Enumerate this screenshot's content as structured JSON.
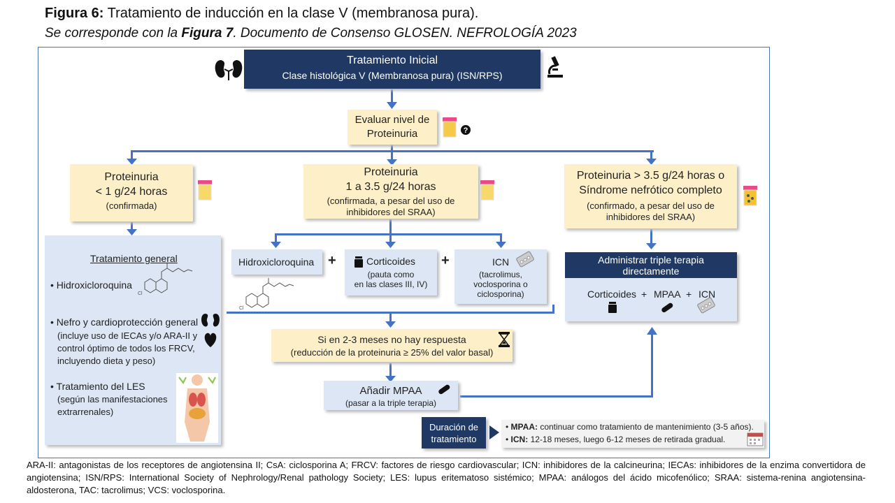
{
  "caption": {
    "figure_label": "Figura 6:",
    "figure_title": "Tratamiento de inducción en la clase V (membranosa pura).",
    "source_prefix": "Se corresponde con la",
    "source_figure": "Figura 7",
    "source_suffix": ". Documento de Consenso GLOSEN. NEFROLOGÍA 2023"
  },
  "top": {
    "title": "Tratamiento Inicial",
    "subtitle": "Clase histológica V (Membranosa pura)  (ISN/RPS)"
  },
  "evaluate": {
    "line1": "Evaluar nivel de",
    "line2": "Proteinuria"
  },
  "branches": {
    "low": {
      "line1": "Proteinuria",
      "line2": "< 1 g/24 horas",
      "note": "(confirmada)"
    },
    "mid": {
      "line1": "Proteinuria",
      "line2": "1 a 3.5 g/24 horas",
      "note1": "(confirmada, a pesar del uso de",
      "note2": "inhibidores del SRAA)"
    },
    "high": {
      "line1": "Proteinuria > 3.5 g/24 horas o",
      "line2": "Síndrome nefrótico completo",
      "note1": "(confirmado, a pesar del uso de",
      "note2": "inhibidores del SRAA)"
    }
  },
  "general": {
    "title": "Tratamiento general",
    "item1": "Hidroxicloroquina",
    "item2_title": "Nefro y cardioprotección general",
    "item2_lines": [
      "(incluye uso de IECAs y/o ARA-II y",
      "control óptimo de todos los FRCV,",
      "incluyendo dieta y peso)"
    ],
    "item3_title": "Tratamiento del LES",
    "item3_lines": [
      "(según las manifestaciones",
      "extrarrenales)"
    ]
  },
  "mid_treatment": {
    "hcq": "Hidroxicloroquina",
    "plus": "+",
    "cort_title": "Corticoides",
    "cort_lines": [
      "(pauta como",
      "en las clases III, IV)"
    ],
    "icn_title": "ICN",
    "icn_lines": [
      "(tacrolimus,",
      "voclosporina o",
      "ciclosporina)"
    ]
  },
  "triple": {
    "header1": "Administrar triple terapia",
    "header2": "directamente",
    "drug1": "Corticoides",
    "drug2": "MPAA",
    "drug3": "ICN",
    "plus": "+"
  },
  "no_response": {
    "line1": "Si en 2-3 meses no hay respuesta",
    "line2": "(reducción de la proteinuria ≥ 25% del valor basal)"
  },
  "add_mpaa": {
    "title": "Añadir MPAA",
    "note": "(pasar a la triple terapia)"
  },
  "duration": {
    "title1": "Duración de",
    "title2": "tratamiento",
    "mpaa_label": "MPAA:",
    "mpaa_text": "continuar como tratamiento de mantenimiento (3-5 años).",
    "icn_label": "ICN:",
    "icn_text": "12-18 meses, luego 6-12 meses de retirada gradual."
  },
  "footnote": "ARA-II: antagonistas de los receptores de angiotensina II; CsA: ciclosporina A; FRCV: factores de riesgo cardiovascular; ICN: inhibidores de la calcineurina; IECAs: inhibidores de la enzima convertidora de angiotensina; ISN/RPS: International Society of Nephrology/Renal pathology Society; LES: lupus eritematoso sistémico; MPAA: análogos del ácido micofenólico; SRAA: sistema-renina angiotensina-aldosterona, TAC: tacrolimus; VCS: voclosporina.",
  "colors": {
    "dark": "#1f3864",
    "yellow": "#fdf0c8",
    "blue": "#dce6f4",
    "arrow": "#4472c4"
  }
}
